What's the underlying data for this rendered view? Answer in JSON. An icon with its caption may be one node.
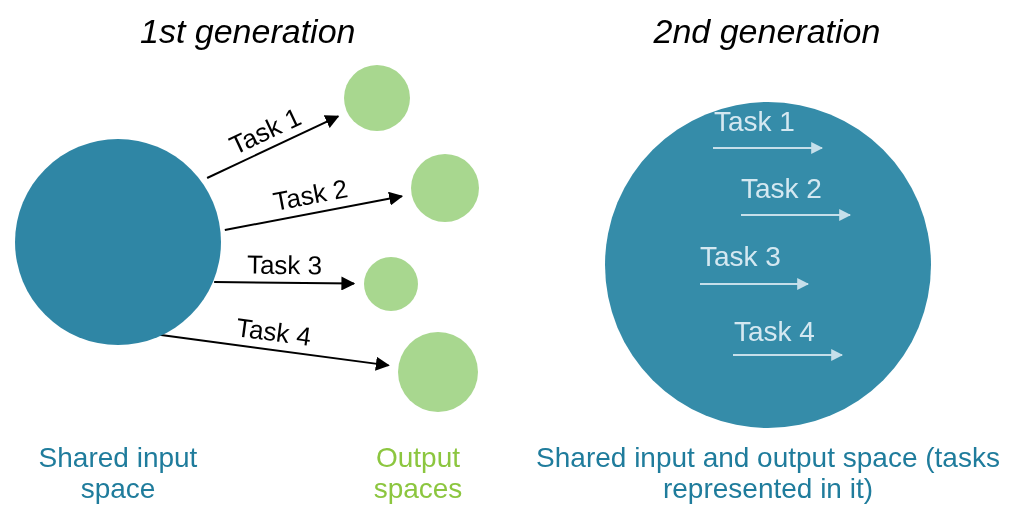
{
  "diagram": {
    "nodes": [
      {
        "text": [],
        "shape": "circle",
        "beside": [
          "Shared input space"
        ]
      },
      {
        "text": [],
        "shape": "circle"
      },
      {
        "text": [],
        "shape": "circle"
      },
      {
        "text": [],
        "shape": "circle"
      },
      {
        "text": [],
        "shape": "circle"
      },
      {
        "text": [],
        "shape": "circle",
        "beside": [
          "Shared input and output space (tasks represented in it)"
        ]
      }
    ],
    "edges": [
      {
        "from": 0,
        "to": 1,
        "arrow": "to",
        "label": "Task 1"
      },
      {
        "from": 0,
        "to": 2,
        "arrow": "to",
        "label": "Task 2"
      },
      {
        "from": 0,
        "to": 3,
        "arrow": "to",
        "label": "Task 3"
      },
      {
        "from": 0,
        "to": 4,
        "arrow": "to",
        "label": "Task 4"
      }
    ],
    "labels": [
      "1st generation",
      "2nd generation",
      "Output spaces",
      "Task 1",
      "Task 2",
      "Task 3",
      "Task 4"
    ]
  }
}
